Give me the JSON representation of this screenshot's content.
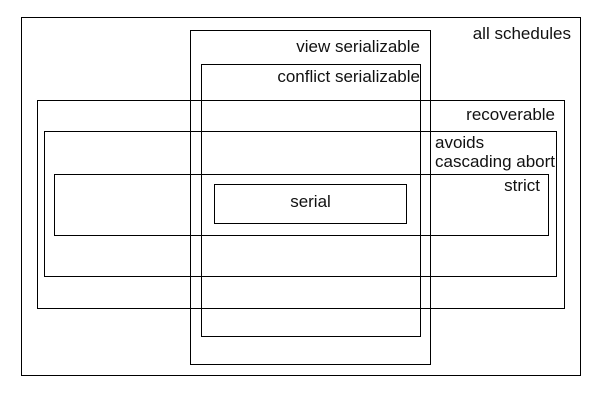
{
  "colors": {
    "background": "#ffffff",
    "line": "#000000",
    "text": "#111111"
  },
  "regions": {
    "all_schedules": {
      "label": "all schedules"
    },
    "view_serializable": {
      "label": "view serializable"
    },
    "conflict_serializable": {
      "label": "conflict serializable"
    },
    "recoverable": {
      "label": "recoverable"
    },
    "avoids_cascading_abort": {
      "label_line1": "avoids",
      "label_line2": "cascading abort"
    },
    "strict": {
      "label": "strict"
    },
    "serial": {
      "label": "serial"
    }
  },
  "relationships": [
    "serial is inside conflict serializable, inside view serializable, inside all schedules",
    "serial is inside strict, inside avoids cascading abort, inside recoverable, inside all schedules",
    "view/conflict serializable rectangles overlap recoverable, avoids cascading abort and strict rectangles"
  ]
}
